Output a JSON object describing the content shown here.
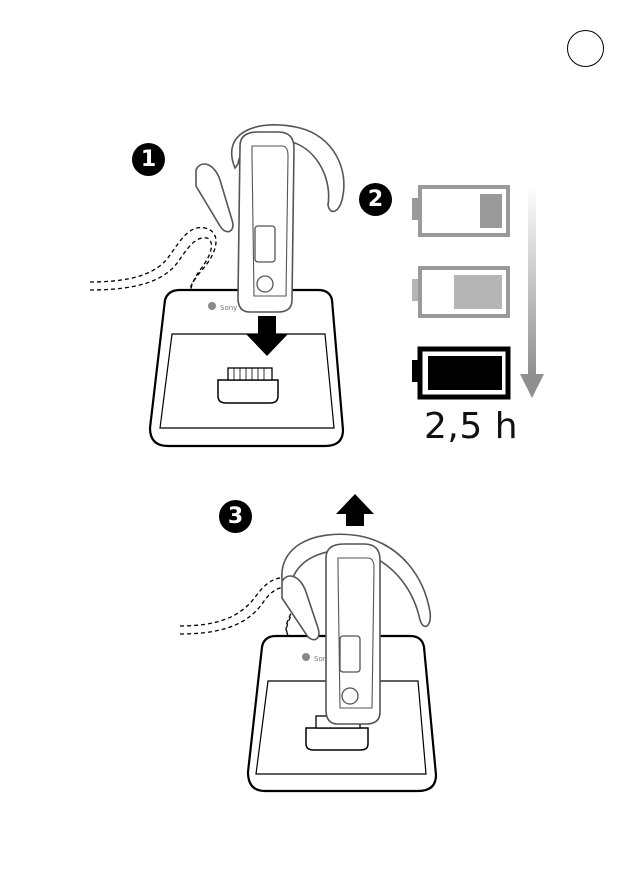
{
  "steps": {
    "step1": "1",
    "step2": "2",
    "step3": "3"
  },
  "charging": {
    "time_label": "2,5 h",
    "levels": [
      {
        "name": "low",
        "fill": 0.3,
        "color": "#9a9a9a"
      },
      {
        "name": "medium",
        "fill": 0.65,
        "color": "#b5b5b5"
      },
      {
        "name": "full",
        "fill": 1.0,
        "color": "#000000"
      }
    ]
  },
  "colors": {
    "ink": "#000000",
    "headset_outline": "#555555",
    "arrow_gray": "#9a9a9a"
  },
  "icons": {
    "page_marker": "circle-outline-icon",
    "insert_arrow": "arrow-down-icon",
    "remove_arrow": "arrow-up-icon",
    "progress_arrow": "arrow-down-icon"
  }
}
